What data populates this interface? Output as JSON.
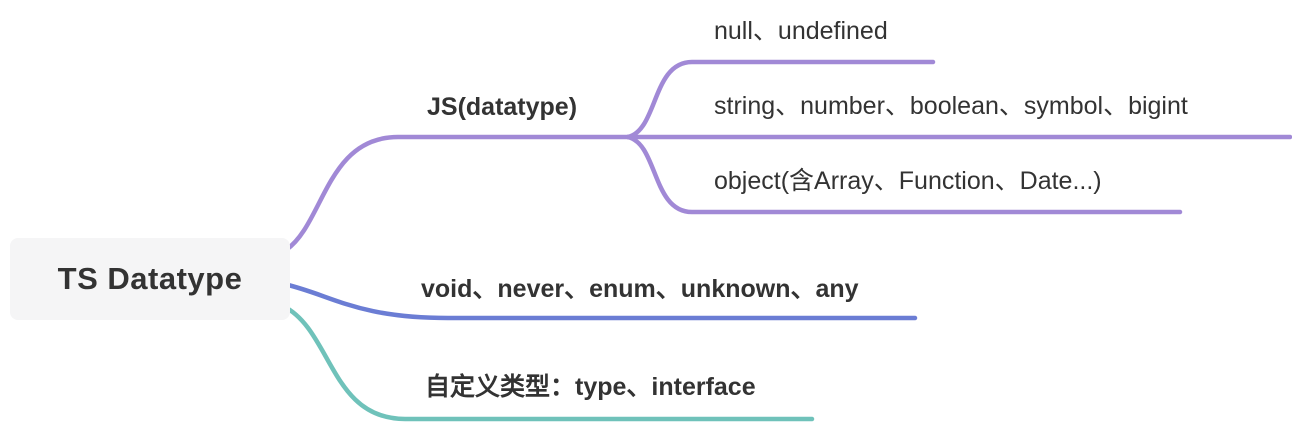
{
  "colors": {
    "branch_js": "#a189d6",
    "branch_builtin": "#6b7dd4",
    "branch_custom": "#6fc2ba",
    "root_bg": "#f5f5f6",
    "text": "#333333"
  },
  "mindmap": {
    "root": "TS Datatype",
    "branches": [
      {
        "label": "JS(datatype)",
        "children": [
          "null、undefined",
          "string、number、boolean、symbol、bigint",
          "object(含Array、Function、Date...)"
        ]
      },
      {
        "label": "void、never、enum、unknown、any",
        "children": []
      },
      {
        "label": "自定义类型：type、interface",
        "children": []
      }
    ]
  }
}
